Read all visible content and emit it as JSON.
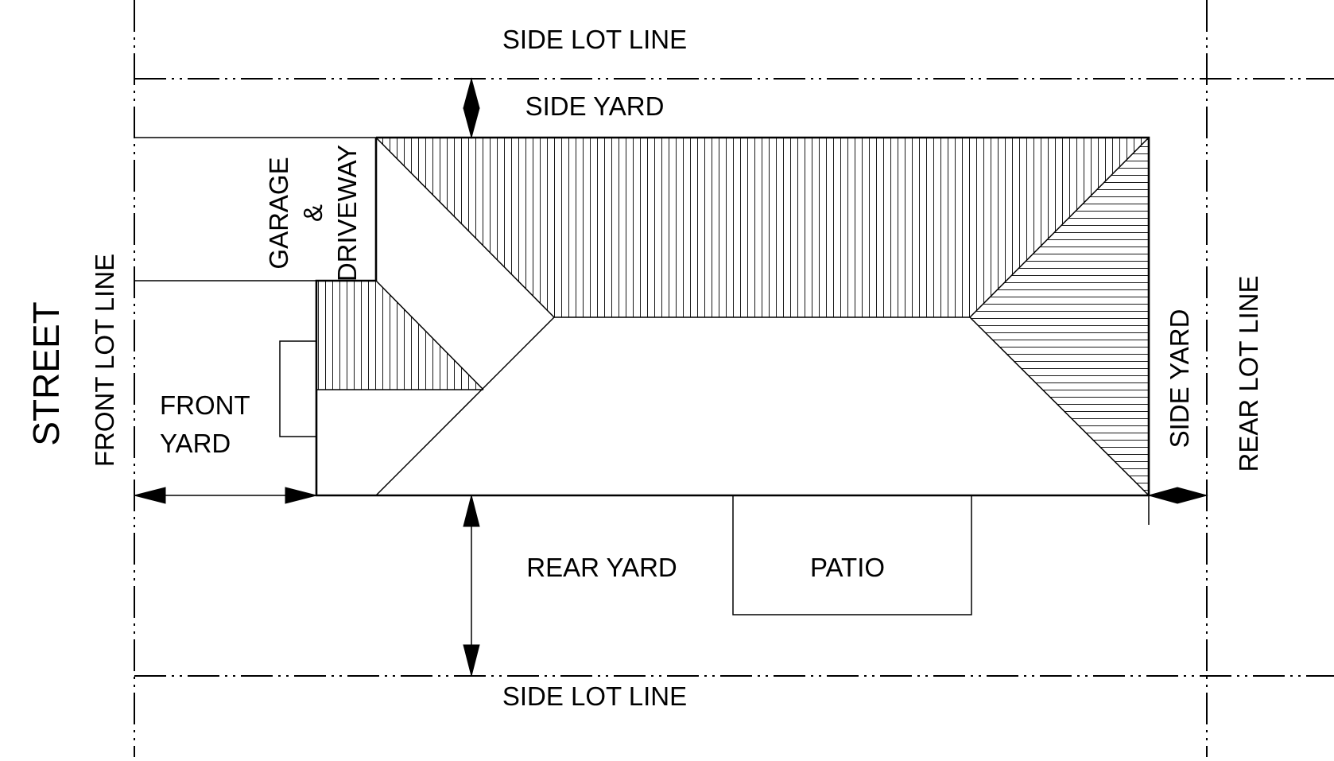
{
  "labels": {
    "side_lot_line_top": "SIDE LOT LINE",
    "side_yard_top": "SIDE YARD",
    "garage": "GARAGE",
    "ampersand": "&",
    "driveway": "DRIVEWAY",
    "street": "STREET",
    "front_lot_line": "FRONT LOT LINE",
    "front": "FRONT",
    "yard": "YARD",
    "side_yard_right": "SIDE YARD",
    "rear_lot_line": "REAR LOT LINE",
    "rear_yard": "REAR YARD",
    "patio": "PATIO",
    "side_lot_line_bottom": "SIDE LOT LINE"
  },
  "colors": {
    "ink": "#000000",
    "background": "#ffffff"
  }
}
